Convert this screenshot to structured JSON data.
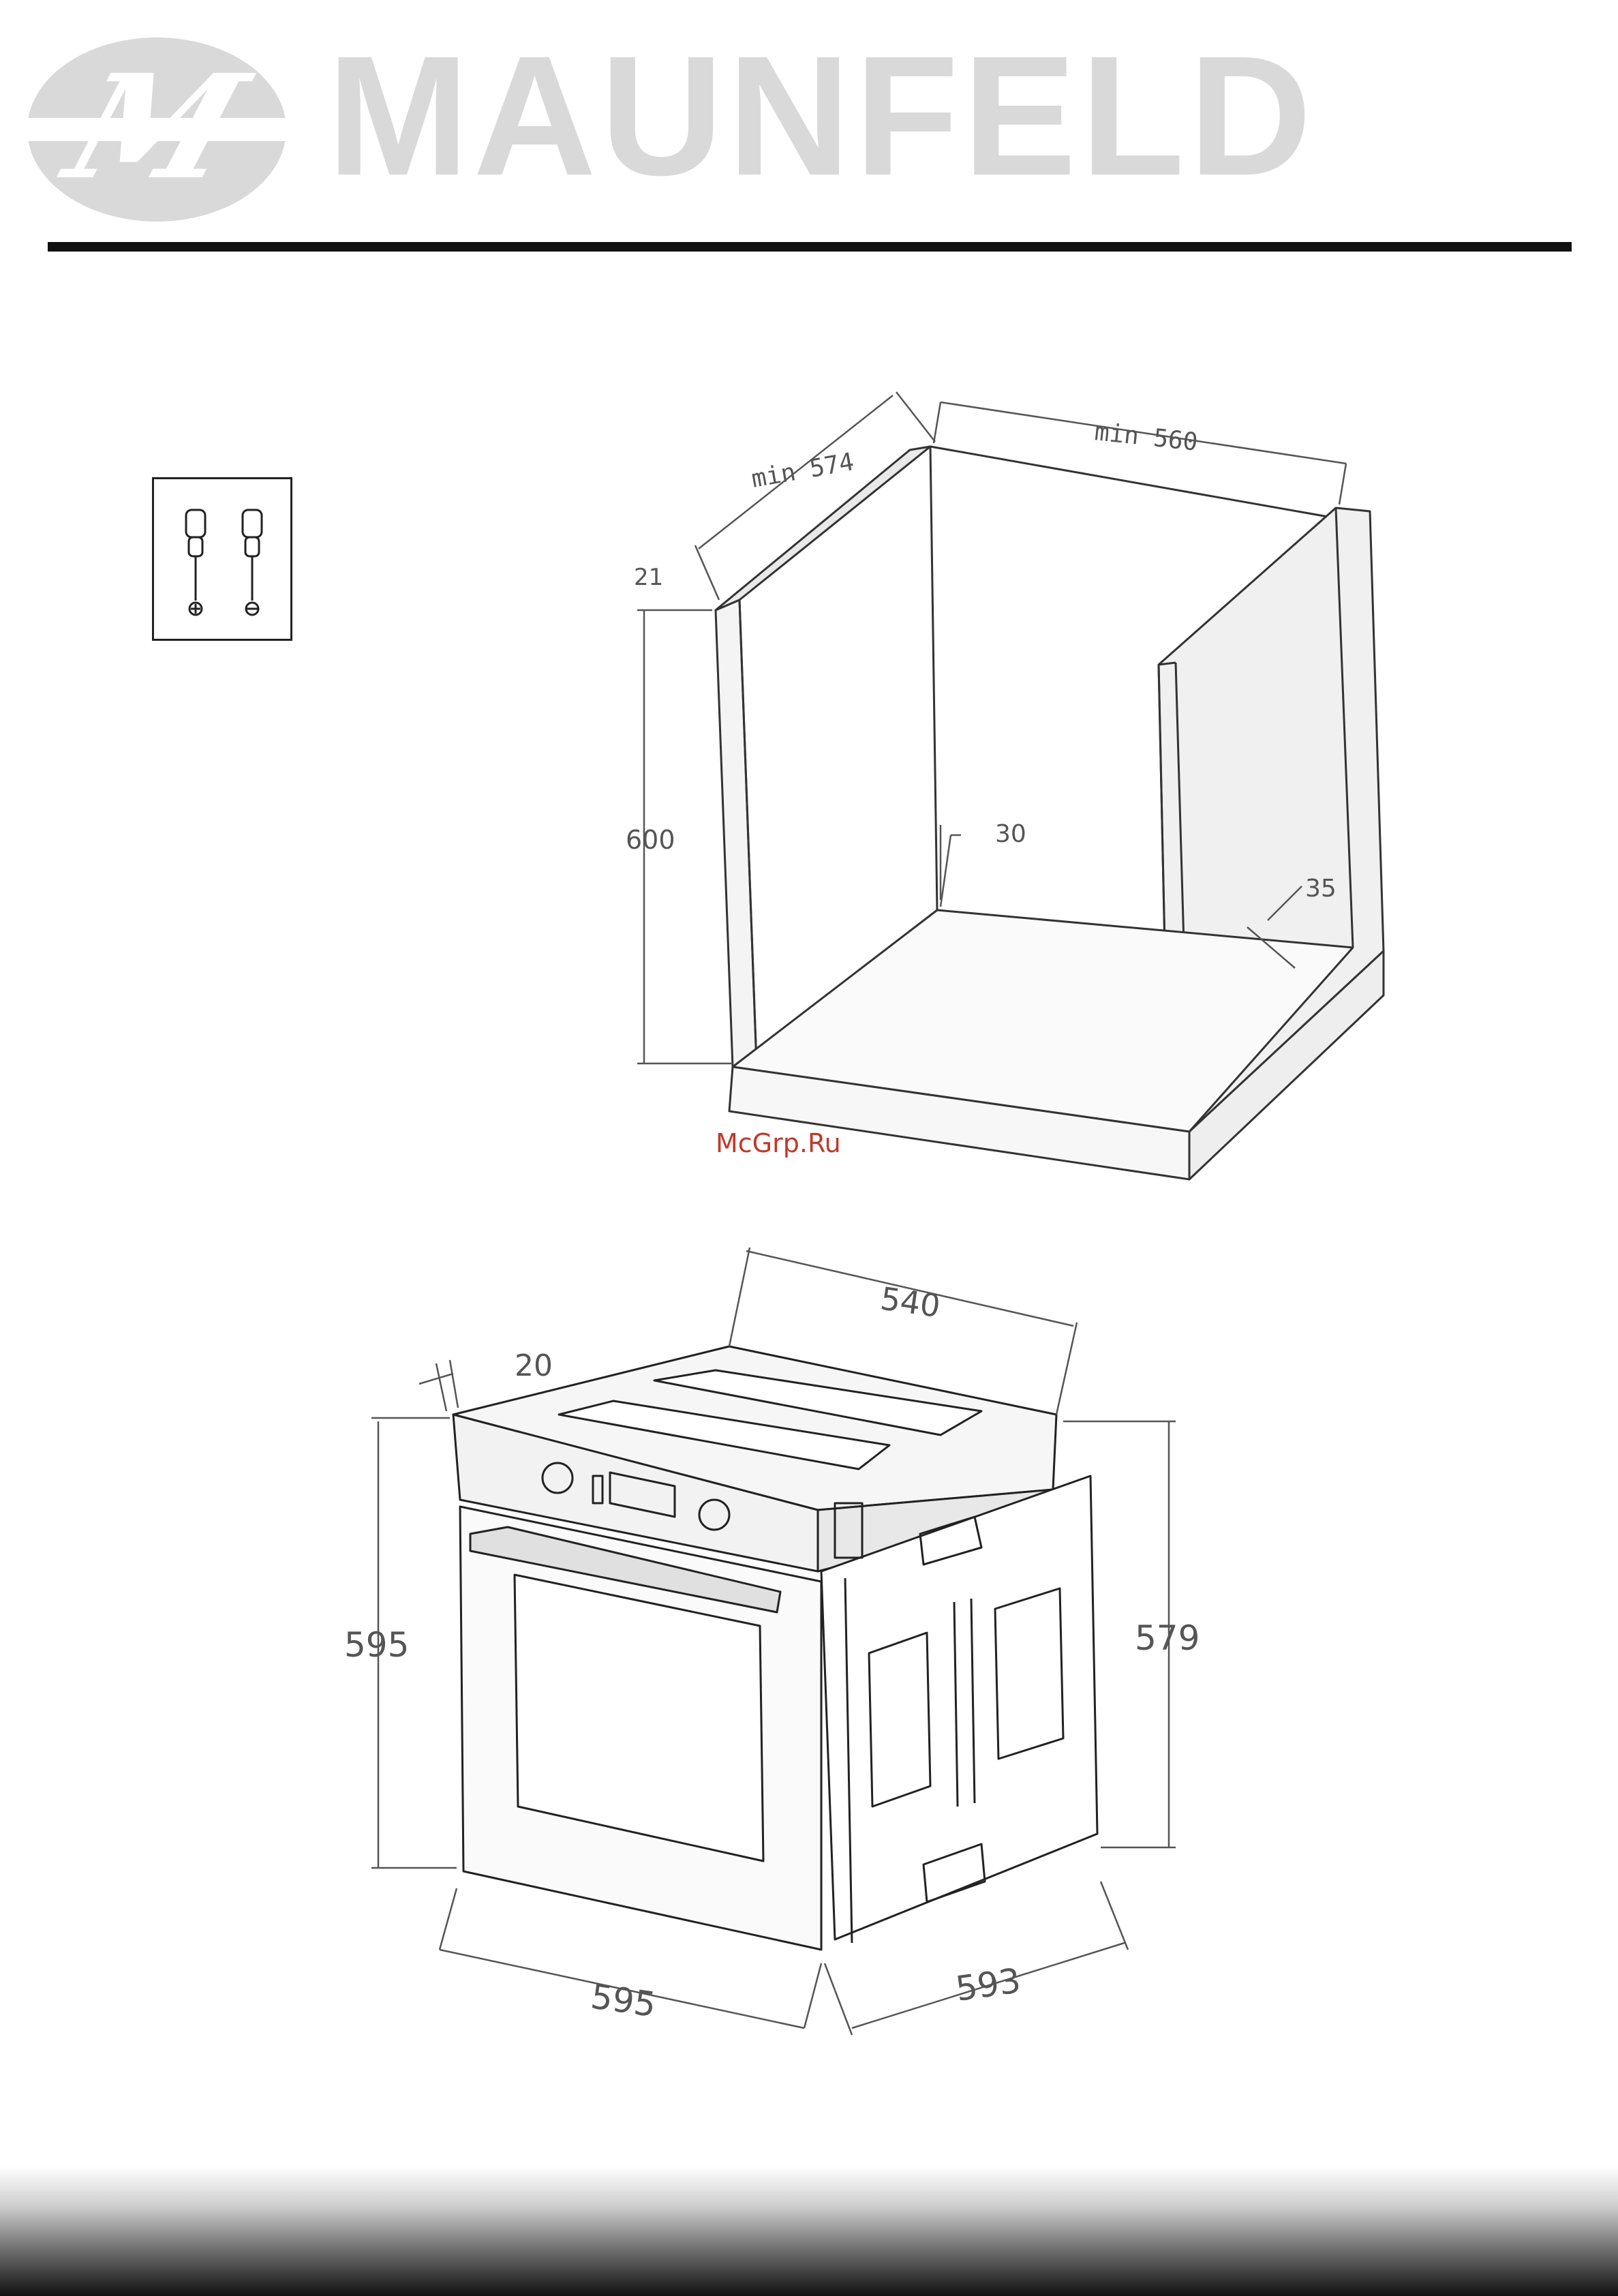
{
  "header": {
    "brand_name": "MAUNFELD",
    "logo_monogram": "M",
    "colors": {
      "logo_gray": "#d9d9d9",
      "rule": "#111111"
    }
  },
  "tools": {
    "icons": [
      "phillips-screwdriver-icon",
      "flat-screwdriver-icon"
    ]
  },
  "cabinet": {
    "labels": {
      "min_depth": "min 574",
      "min_width": "min 560",
      "panel_thickness": "21",
      "height": "600",
      "back_gap": "30",
      "side_gap": "35"
    }
  },
  "watermark": {
    "text": "McGrp.Ru",
    "color": "#c0392b"
  },
  "oven": {
    "labels": {
      "depth": "540",
      "frame_thickness": "20",
      "front_height": "595",
      "body_height": "579",
      "front_width": "595",
      "body_width": "593"
    }
  }
}
